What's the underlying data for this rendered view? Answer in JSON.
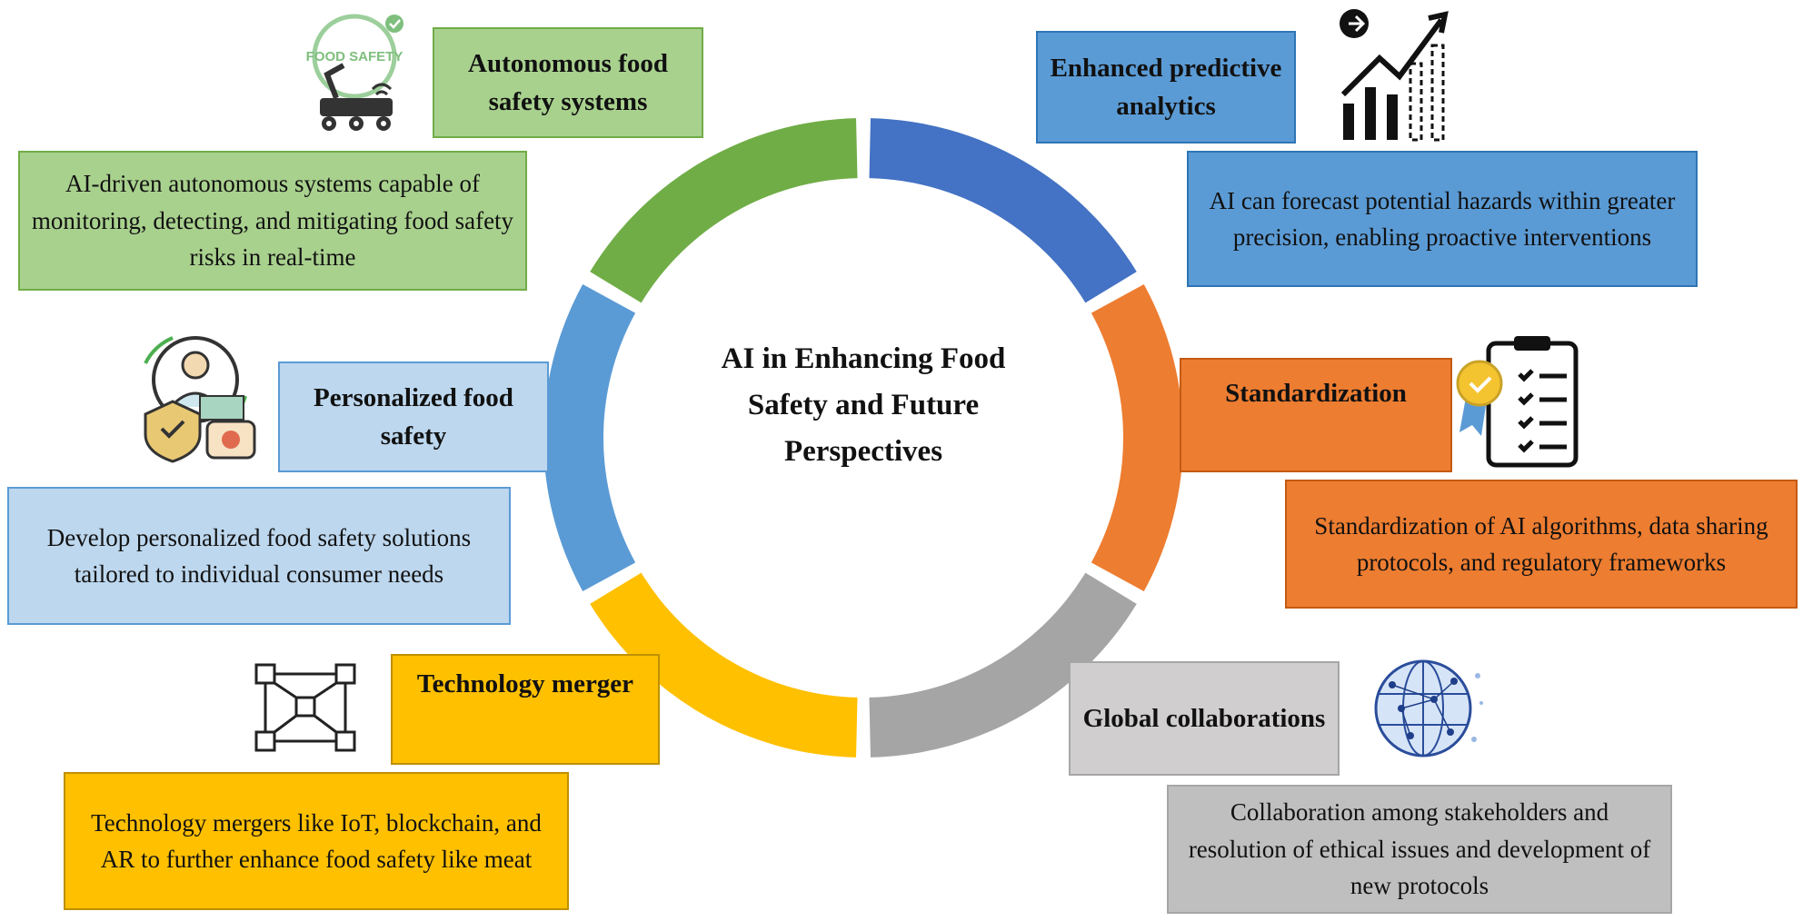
{
  "center": {
    "title": "AI in Enhancing Food Safety and Future Perspectives"
  },
  "segments": [
    {
      "id": "predictive",
      "color": "#4472c4",
      "title": "Enhanced predictive analytics",
      "description": "AI can forecast potential hazards within greater precision, enabling proactive interventions"
    },
    {
      "id": "standardization",
      "color": "#ed7d31",
      "title": "Standardization",
      "description": "Standardization of AI algorithms, data sharing protocols, and regulatory frameworks"
    },
    {
      "id": "global",
      "color": "#a5a5a5",
      "title": "Global collaborations",
      "description": "Collaboration among stakeholders and resolution of ethical issues and development of new protocols"
    },
    {
      "id": "technology",
      "color": "#ffc000",
      "title": "Technology merger",
      "description": "Technology mergers like IoT, blockchain, and AR to further enhance food safety like meat"
    },
    {
      "id": "personalized",
      "color": "#5b9bd5",
      "title": "Personalized food safety",
      "description": "Develop personalized food safety solutions tailored to individual consumer needs"
    },
    {
      "id": "autonomous",
      "color": "#70ad47",
      "title": "Autonomous food safety systems",
      "description": "AI-driven autonomous systems capable of monitoring, detecting, and mitigating food safety risks in real-time"
    }
  ],
  "icons": {
    "autonomous": "food-safety-robot-icon",
    "predictive": "growth-chart-icon",
    "standardization": "certified-checklist-icon",
    "global": "network-globe-icon",
    "technology": "network-cubes-icon",
    "personalized": "consumer-shield-icon"
  },
  "icon_text": {
    "food_safety_logo": "FOOD SAFETY"
  }
}
